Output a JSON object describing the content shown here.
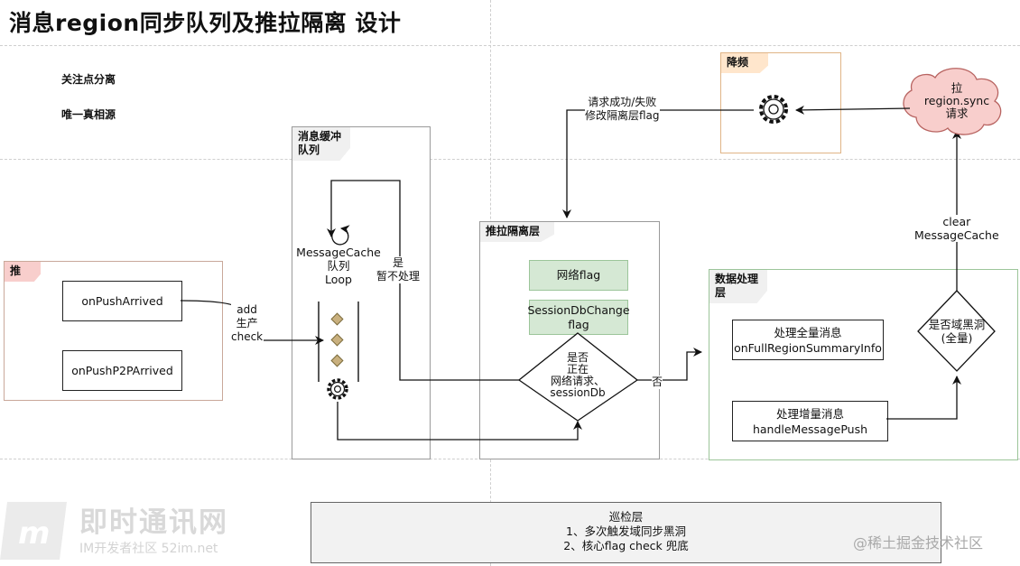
{
  "title": "消息region同步队列及推拉隔离 设计",
  "notes": [
    "关注点分离",
    "唯一真相源"
  ],
  "push_section": {
    "tag": "推",
    "boxes": [
      "onPushArrived",
      "onPushP2PArrived"
    ],
    "arrow_label": [
      "add",
      "生产",
      "check"
    ]
  },
  "queue_section": {
    "tag": [
      "消息缓冲",
      "队列"
    ],
    "loop_label": [
      "MessageCache",
      "队列",
      "Loop"
    ],
    "yes_label": [
      "是",
      "暂不处理"
    ]
  },
  "isolation_section": {
    "tag": "推拉隔离层",
    "flags": [
      "网络flag",
      [
        "SessionDbChange",
        "flag"
      ]
    ],
    "decision": [
      "是否",
      "正在",
      "网络请求、",
      "sessionDb"
    ],
    "no_label": "否"
  },
  "throttle": {
    "tag": "降频",
    "result_label": [
      "请求成功/失败",
      "修改隔离层flag"
    ]
  },
  "pull": {
    "cloud": [
      "拉",
      "region.sync",
      "请求"
    ],
    "clear_label": [
      "clear",
      "MessageCache"
    ]
  },
  "data_section": {
    "tag": [
      "数据处理",
      "层"
    ],
    "full": [
      "处理全量消息",
      "onFullRegionSummaryInfo"
    ],
    "incremental": [
      "处理增量消息",
      "handleMessagePush"
    ],
    "decision": [
      "是否域黑洞",
      "(全量)"
    ]
  },
  "patrol": {
    "title": "巡检层",
    "items": [
      "1、多次触发域同步黑洞",
      "2、核心flag check 兜底"
    ]
  },
  "watermarks": {
    "brand": "即时通讯网",
    "brand_sub": "IM开发者社区 52im.net",
    "juejin": "@稀土掘金技术社区"
  },
  "colors": {
    "push_border": "#c9a89a",
    "push_tag": "#f8cecc",
    "gray_border": "#9a9a9a",
    "gray_tag": "#f0f0f0",
    "green_fill": "#d5e8d4",
    "green_border": "#9cc59a",
    "orange_border": "#e0b486",
    "orange_tag": "#ffe6cc",
    "cloud_fill": "#f8cecc",
    "cloud_border": "#b86461",
    "diamond_fill": "#c9b07e"
  }
}
